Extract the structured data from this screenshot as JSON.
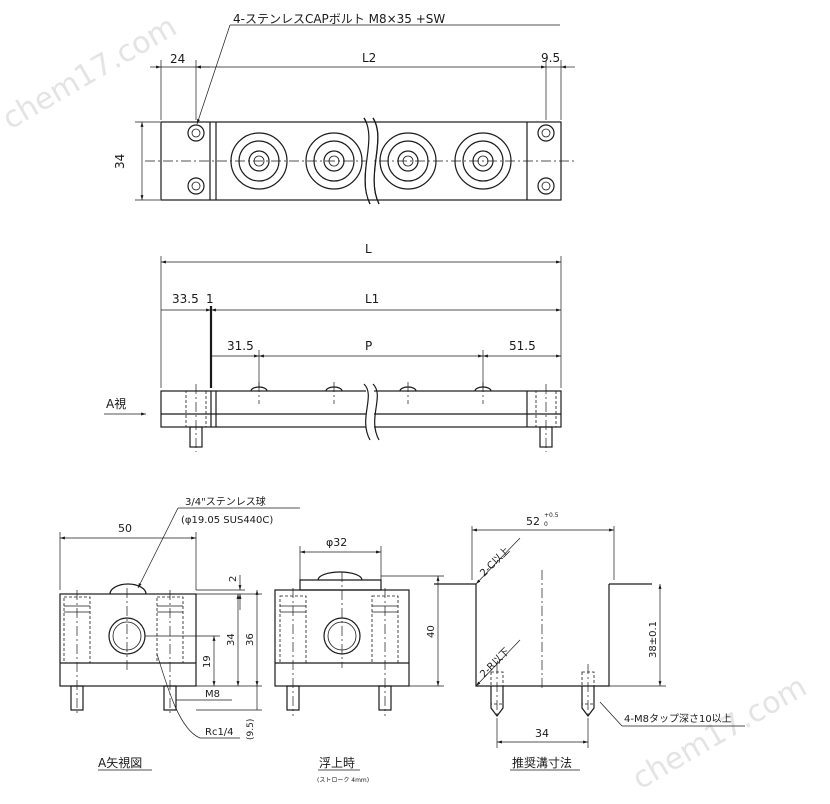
{
  "watermark": "chem17.com",
  "top_view": {
    "bolt_note": "4-ステンレスCAPボルト M8×35 +SW",
    "dim_24": "24",
    "dim_L2": "L2",
    "dim_9_5": "9.5",
    "dim_34": "34"
  },
  "front_view": {
    "dim_L": "L",
    "dim_33_5": "33.5",
    "dim_1": "1",
    "dim_L1": "L1",
    "dim_31_5": "31.5",
    "dim_P": "P",
    "dim_51_5": "51.5",
    "arrow_label": "A視"
  },
  "a_view": {
    "ball_note_1": "3/4\"ステンレス球",
    "ball_note_2": "(φ19.05 SUS440C)",
    "dim_50": "50",
    "dim_2": "2",
    "dim_19": "19",
    "dim_34": "34",
    "dim_36": "36",
    "thread_m8": "M8",
    "port_rc": "Rc1/4",
    "dim_9_5": "(9.5)",
    "caption": "A矢視図"
  },
  "float_view": {
    "dim_phi32": "φ32",
    "dim_40": "40",
    "caption": "浮上時",
    "sub_caption": "(ストローク 4mm)"
  },
  "groove_view": {
    "dim_52": "52",
    "tol_upper": "+0.5",
    "tol_lower": "0",
    "chamfer": "2-C以上",
    "radius": "2-R以下",
    "dim_38": "38±0.1",
    "dim_34": "34",
    "tap_note": "4-M8タップ深さ10以上",
    "caption": "推奨溝寸法"
  }
}
